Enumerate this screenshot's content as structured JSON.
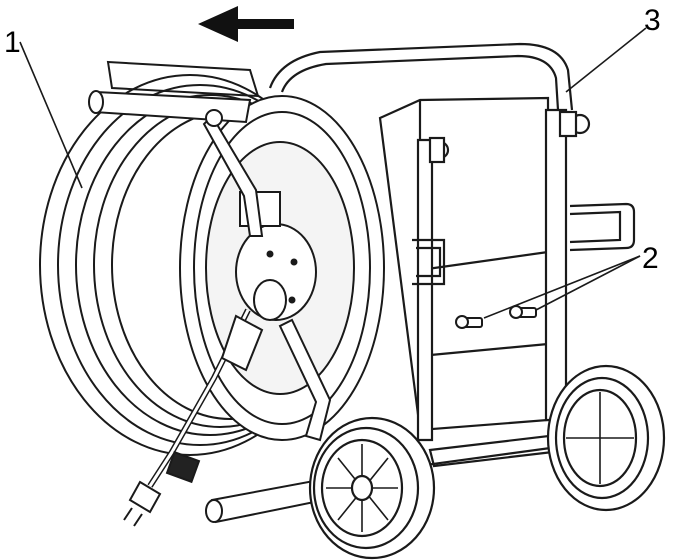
{
  "callouts": {
    "hose_reel": "1",
    "bolts": "2",
    "frame": "3"
  },
  "colors": {
    "line": "#1a1a1a",
    "fill": "#ffffff",
    "shade": "#e9e9e9",
    "arrow": "#111111"
  },
  "icons": {
    "direction": "arrow-left-icon",
    "plug": "power-plug-icon"
  }
}
